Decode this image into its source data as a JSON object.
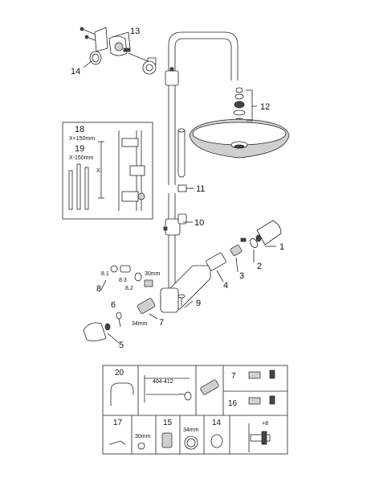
{
  "callouts": {
    "c1": "1",
    "c2": "2",
    "c3": "3",
    "c4": "4",
    "c5": "5",
    "c6": "6",
    "c7": "7",
    "c8": "8",
    "c8_1": "8.1",
    "c8_2": "8.2",
    "c8_3": "8.3",
    "c9": "9",
    "c10": "10",
    "c11": "11",
    "c12": "12",
    "c13": "13",
    "c14": "14"
  },
  "inset": {
    "n18": "18",
    "d18": "X+150mm",
    "n19": "19",
    "d19": "X-150mm",
    "x_label": "X"
  },
  "dims": {
    "d30": "30mm",
    "d34": "34mm"
  },
  "table": {
    "n20": "20",
    "range": "404-412",
    "n7": "7",
    "n16": "16",
    "n17": "17",
    "n15": "15",
    "n14": "14",
    "d30": "30mm",
    "d34": "34mm",
    "plus8": "+8"
  }
}
